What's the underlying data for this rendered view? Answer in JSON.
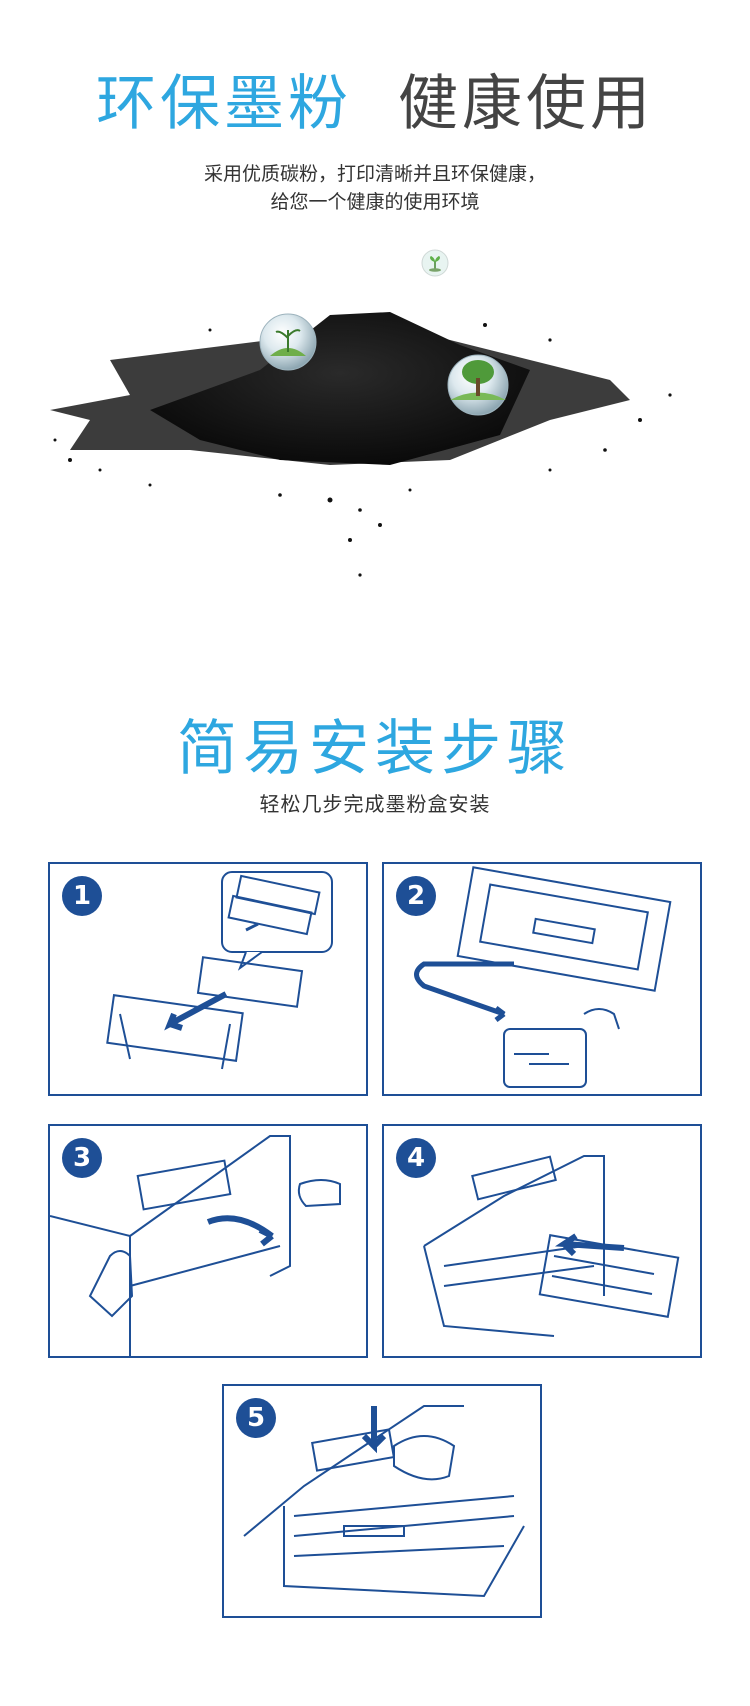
{
  "hero": {
    "title_blue": "环保墨粉",
    "title_gray": "健康使用",
    "desc_line1": "采用优质碳粉，打印清晰并且环保健康，",
    "desc_line2": "给您一个健康的使用环境"
  },
  "install": {
    "title": "简易安装步骤",
    "subtitle": "轻松几步完成墨粉盒安装",
    "steps": [
      {
        "number": "1"
      },
      {
        "number": "2"
      },
      {
        "number": "3"
      },
      {
        "number": "4"
      },
      {
        "number": "5"
      }
    ]
  },
  "colors": {
    "accent_blue": "#2ea7e0",
    "line_blue": "#1e4f96",
    "title_gray": "#444444"
  },
  "icons": [
    "leaf-icon",
    "eco-globe-icon",
    "arrow-icon",
    "hand-icon"
  ]
}
